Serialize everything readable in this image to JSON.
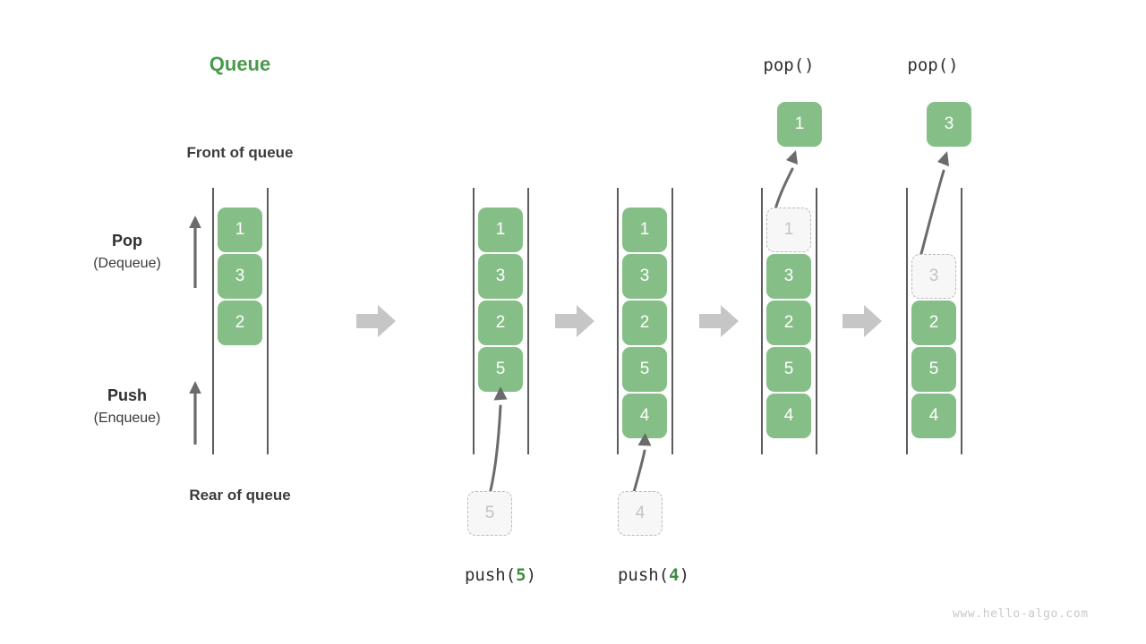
{
  "diagram": {
    "title": "Queue",
    "watermark": "www.hello-algo.com",
    "front_label": "Front of queue",
    "rear_label": "Rear of queue",
    "pop_label_main": "Pop",
    "pop_label_sub": "(Dequeue)",
    "push_label_main": "Push",
    "push_label_sub": "(Enqueue)",
    "colors": {
      "element_fill": "#85bf87",
      "element_text": "#ffffff",
      "ghost_fill": "#f7f7f7",
      "ghost_border": "#bcbcbc",
      "ghost_text": "#c3c3c3",
      "title_green": "#4a9a4c",
      "accent_green": "#3d8b40",
      "rail": "#5c5c5c",
      "arrow_gray": "#6b6b6b",
      "block_arrow": "#c6c6c6",
      "watermark": "#c9c9c9"
    },
    "stages": [
      {
        "id": "initial",
        "caption": "",
        "elements": [
          "1",
          "3",
          "2"
        ],
        "ghost_in_queue": null,
        "ghost_below": null,
        "popped": null
      },
      {
        "id": "push-5",
        "caption_prefix": "push(",
        "caption_num": "5",
        "caption_suffix": ")",
        "elements": [
          "1",
          "3",
          "2",
          "5"
        ],
        "ghost_in_queue": null,
        "ghost_below": "5",
        "popped": null
      },
      {
        "id": "push-4",
        "caption_prefix": "push(",
        "caption_num": "4",
        "caption_suffix": ")",
        "elements": [
          "1",
          "3",
          "2",
          "5",
          "4"
        ],
        "ghost_in_queue": null,
        "ghost_below": "4",
        "popped": null
      },
      {
        "id": "pop-1",
        "caption": "pop()",
        "elements": [
          "3",
          "2",
          "5",
          "4"
        ],
        "ghost_in_queue": "1",
        "ghost_below": null,
        "popped": "1"
      },
      {
        "id": "pop-3",
        "caption": "pop()",
        "elements": [
          "2",
          "5",
          "4"
        ],
        "ghost_in_queue": "3",
        "ghost_below": null,
        "popped": "3"
      }
    ],
    "separators": [
      "arrow-right",
      "arrow-right",
      "arrow-right",
      "arrow-right"
    ]
  }
}
